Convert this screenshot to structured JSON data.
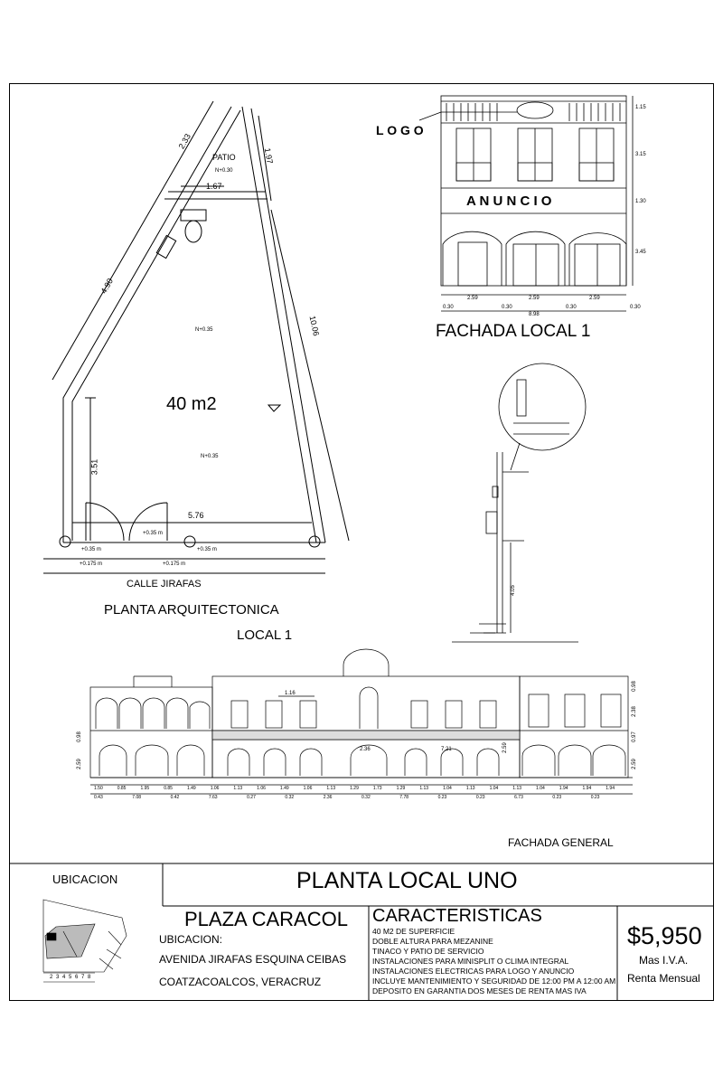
{
  "plan": {
    "patio_label": "PATIO",
    "patio_level": "N+0.30",
    "dim_2_33": "2.33",
    "dim_1_97": "1.97",
    "dim_1_67": "1.67",
    "dim_4_90": "4.90",
    "dim_10_06": "10.06",
    "level_upper": "N+0.35",
    "area": "40 m2",
    "level_lower": "N+0.35",
    "dim_3_51": "3.51",
    "dim_5_76": "5.76",
    "level_door": "+0.35 m",
    "level_left": "+0.35 m",
    "level_right": "+0.35 m",
    "sidewalk_left": "+0.175 m",
    "sidewalk_mid": "+0.175 m",
    "street": "CALLE JIRAFAS",
    "title_line1": "PLANTA ARQUITECTONICA",
    "title_line2": "LOCAL 1"
  },
  "facade_local": {
    "logo": "L O G O",
    "anuncio": "A N U N C I O",
    "dims_right": [
      "1.15",
      "3.15",
      "1.30",
      "3.45"
    ],
    "dims_bottom": [
      "2.59",
      "2.59",
      "2.59"
    ],
    "dims_piers": [
      "0.30",
      "0.30",
      "0.30",
      "0.30"
    ],
    "total": "8.98",
    "title": "FACHADA LOCAL 1"
  },
  "section": {
    "height": "4.05"
  },
  "general": {
    "title": "FACHADA GENERAL",
    "dim_top": "1.16",
    "dim_mid_a": "2.36",
    "dim_mid_b": "7.21",
    "dims_left": [
      "0.98",
      "2.59"
    ],
    "dims_right": [
      "0.98",
      "2.38",
      "0.97",
      "2.59"
    ],
    "dims_row1": [
      "1.50",
      "0.85",
      "1.95",
      "0.85",
      "1.49",
      "1.06",
      "1.13",
      "1.06",
      "1.49",
      "1.06",
      "1.13",
      "1.29",
      "1.73",
      "1.29",
      "1.13",
      "1.04",
      "1.13",
      "1.04",
      "1.13",
      "1.04",
      "1.94",
      "1.94",
      "1.94"
    ],
    "dims_row2": [
      "0.43",
      "7.08",
      "0.42",
      "7.63",
      "0.27",
      "0.32",
      "2.36",
      "0.32",
      "7.78",
      "0.23",
      "0.23",
      "6.73",
      "0.23",
      "0.23"
    ],
    "dim_2_59_mid": "2.59"
  },
  "title_block": {
    "ubicacion_label": "UBICACION",
    "main_title": "PLANTA LOCAL UNO",
    "plaza": "PLAZA CARACOL",
    "location_label": "UBICACION:",
    "address1": "AVENIDA JIRAFAS ESQUINA CEIBAS",
    "address2": "COATZACOALCOS, VERACRUZ",
    "features_title": "CARACTERISTICAS",
    "features": [
      "40 M2 DE SUPERFICIE",
      "DOBLE ALTURA PARA MEZANINE",
      "TINACO Y PATIO DE SERVICIO",
      "INSTALACIONES PARA MINISPLIT O CLIMA INTEGRAL",
      "INSTALACIONES ELECTRICAS PARA LOGO Y ANUNCIO",
      "INCLUYE MANTENIMIENTO Y SEGURIDAD DE 12:00 PM A 12:00 AM",
      "DEPOSITO EN GARANTIA DOS MESES DE RENTA MAS IVA"
    ],
    "price": "$5,950",
    "tax": "Mas I.V.A.",
    "rent": "Renta Mensual",
    "map_numbers": [
      "2",
      "3",
      "4",
      "5",
      "6",
      "7",
      "8"
    ]
  }
}
